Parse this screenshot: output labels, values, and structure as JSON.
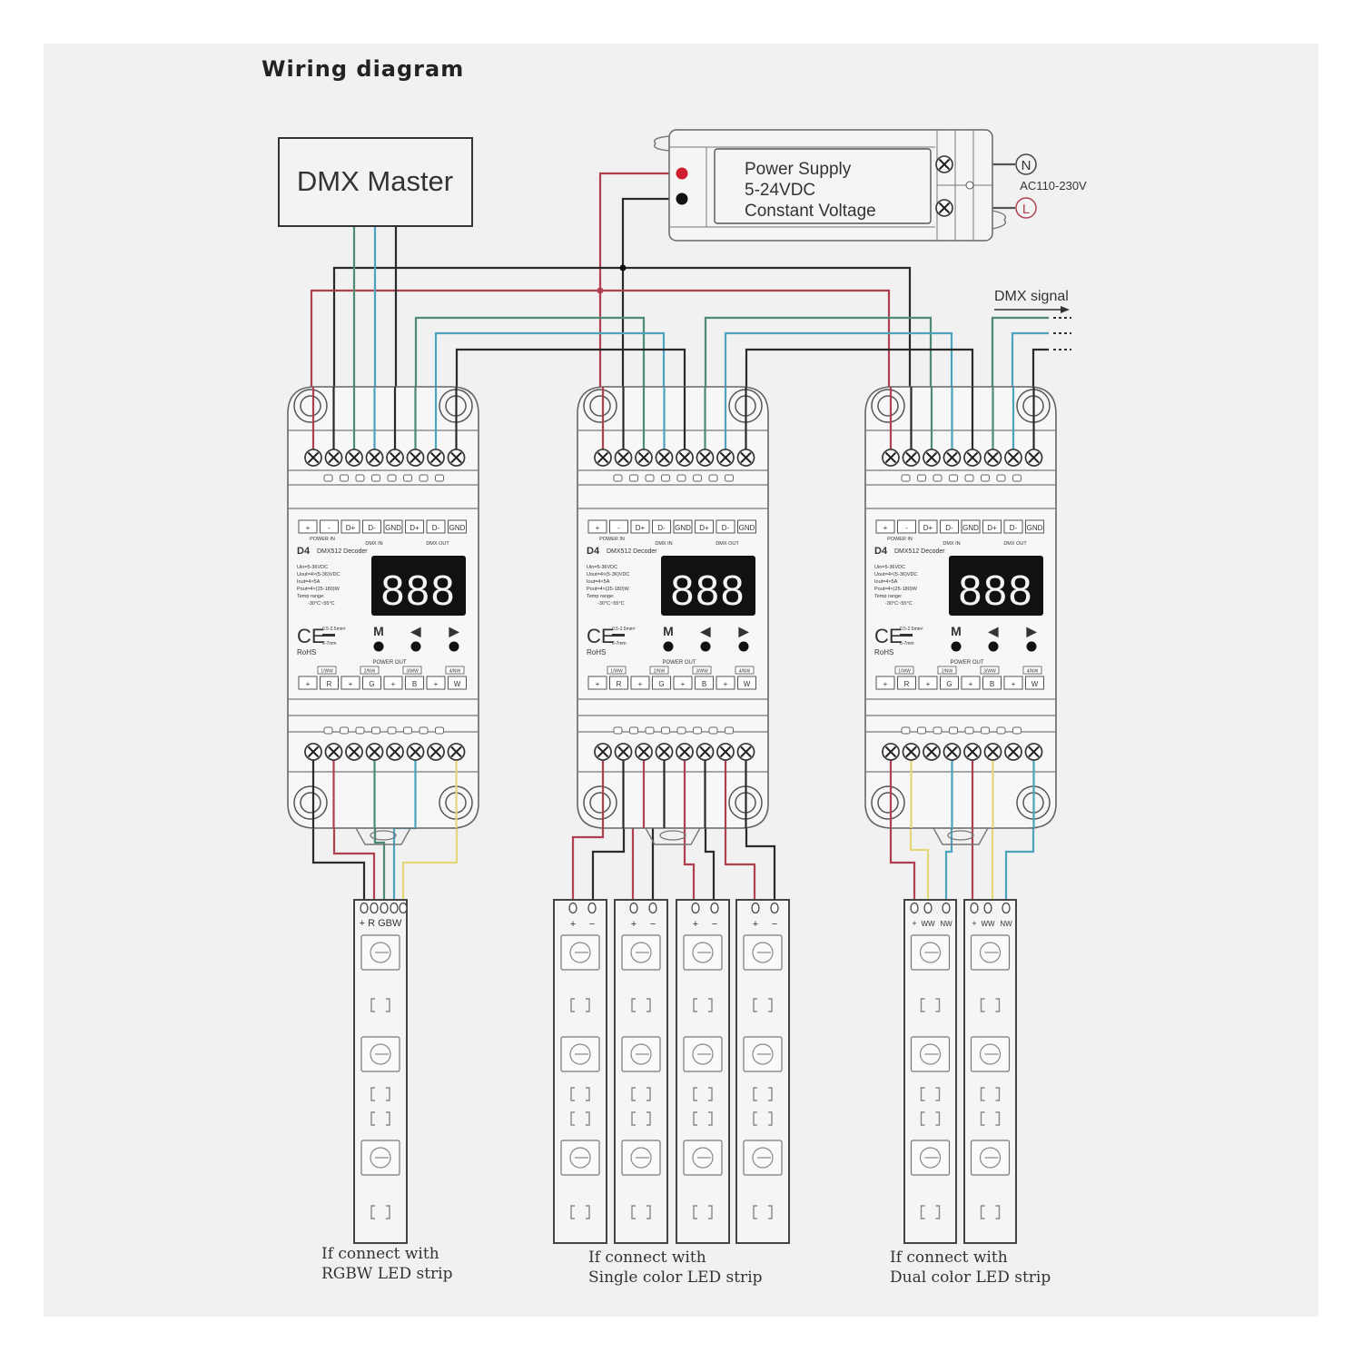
{
  "title": "Wiring diagram",
  "dmx_master": {
    "label": "DMX Master"
  },
  "power_supply": {
    "line1": "Power Supply",
    "line2": "5-24VDC",
    "line3": "Constant Voltage",
    "ac_label": "AC110-230V",
    "neutral": "N",
    "live": "L"
  },
  "dmx_signal_label": "DMX signal",
  "colors": {
    "red": "#b0404f",
    "black": "#2a2a2a",
    "green": "#4e8c72",
    "blue": "#4ba3bd",
    "yellow": "#e6d67a",
    "display_bg": "#111111",
    "display_fg": "#f4f4f4"
  },
  "decoder": {
    "model": "D4",
    "name": "DMX512 Decoder",
    "input_terminals": [
      "+",
      "-",
      "D+",
      "D-",
      "GND",
      "D+",
      "D-",
      "GND"
    ],
    "input_groups": [
      "POWER IN",
      "DMX IN",
      "DMX OUT"
    ],
    "specs": [
      "Uin=5-36VDC",
      "Uout=4×(5-36)VDC",
      "Iout=4×5A",
      "Pout=4×(25-180)W",
      "Temp range:",
      "-30°C~55°C"
    ],
    "display": "888",
    "buttons": [
      "M",
      "◀",
      "▶"
    ],
    "ce": "CE",
    "rohs": "RoHS",
    "wire_spec": [
      "0.5-2.5mm²",
      "6-7mm"
    ],
    "power_out_label": "POWER OUT",
    "output_channels": [
      "1/WW",
      "2/NW",
      "3/WW",
      "4/NW"
    ],
    "output_terminals": [
      "+",
      "R",
      "+",
      "G",
      "+",
      "B",
      "+",
      "W"
    ]
  },
  "modules": [
    {
      "id": "decoder-1"
    },
    {
      "id": "decoder-2"
    },
    {
      "id": "decoder-3"
    }
  ],
  "strips": {
    "rgbw": {
      "pins": "+ R GBW",
      "caption_line1": "If connect with",
      "caption_line2": "RGBW LED strip"
    },
    "single": {
      "pins": [
        "+",
        "−"
      ],
      "count": 4,
      "caption_line1": "If connect with",
      "caption_line2": "Single color LED strip"
    },
    "dual": {
      "pins": [
        "+",
        "WW",
        "NW"
      ],
      "count": 2,
      "caption_line1": "If connect with",
      "caption_line2": "Dual color LED strip"
    }
  }
}
